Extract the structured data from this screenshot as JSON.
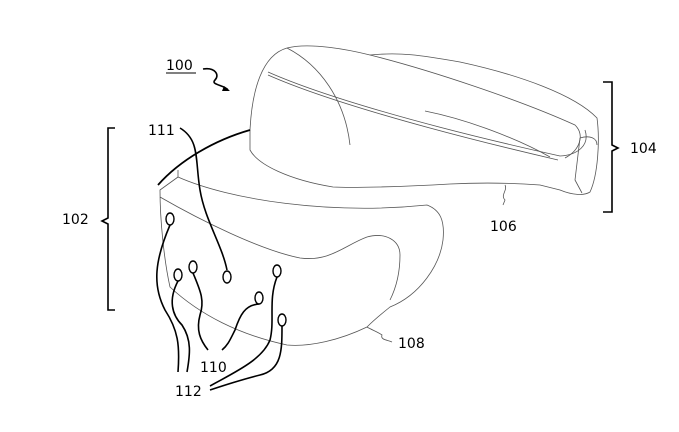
{
  "figure": {
    "labels": {
      "device": "100",
      "front_section": "102",
      "strap_section": "104",
      "strap": "106",
      "visor": "108",
      "sensors_110": "110",
      "outline_111": "111",
      "sensors_112": "112"
    },
    "line_color": "#000000",
    "background": "#ffffff"
  }
}
